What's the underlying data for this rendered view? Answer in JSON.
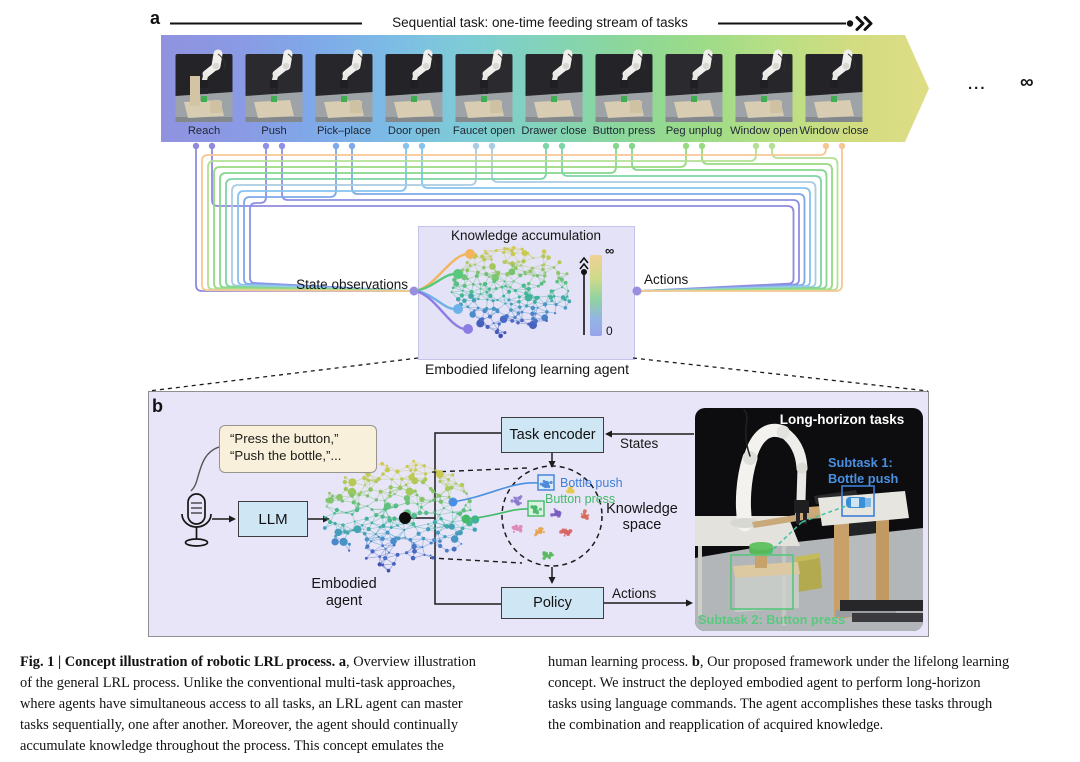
{
  "panel_a": {
    "label": "a",
    "stream_title": "Sequential task: one-time feeding stream of tasks",
    "ellipsis": "...",
    "infinity": "∞",
    "tasks": [
      {
        "label": "Reach",
        "color": "#9089dd"
      },
      {
        "label": "Push",
        "color": "#8d90e4"
      },
      {
        "label": "Pick–place",
        "color": "#7fa8ea"
      },
      {
        "label": "Door open",
        "color": "#86c2ef"
      },
      {
        "label": "Faucet open",
        "color": "#a9cbe3"
      },
      {
        "label": "Drawer close",
        "color": "#7fd3a8"
      },
      {
        "label": "Button press",
        "color": "#84d78d"
      },
      {
        "label": "Peg unplug",
        "color": "#97da7f"
      },
      {
        "label": "Window open",
        "color": "#b2e193"
      },
      {
        "label": "Window close",
        "color": "#f6c795"
      }
    ],
    "agent_box": {
      "title": "Knowledge accumulation",
      "input_label": "State observations",
      "output_label": "Actions",
      "colorbar_max": "∞",
      "colorbar_min": "0",
      "caption": "Embodied lifelong learning agent"
    }
  },
  "panel_b": {
    "label": "b",
    "speech_line1": "“Press the button,”",
    "speech_line2": "“Push the bottle,”...",
    "llm": "LLM",
    "task_encoder": "Task encoder",
    "policy": "Policy",
    "states": "States",
    "actions": "Actions",
    "embodied_agent_line1": "Embodied",
    "embodied_agent_line2": "agent",
    "knowledge_space_line1": "Knowledge",
    "knowledge_space_line2": "space",
    "cluster_labels": {
      "bottle_push": "Bottle push",
      "button_press": "Button press"
    },
    "cluster_label_colors": {
      "bottle_push": "#3e7fd6",
      "button_press": "#43bb69"
    },
    "cluster_colors": [
      "#e4c84c",
      "#8a79cc",
      "#7a5cc0",
      "#d86a5a",
      "#e08ab8",
      "#e8a24c",
      "#d86464",
      "#55b85c"
    ],
    "photo": {
      "title": "Long-horizon tasks",
      "subtask1_line1": "Subtask 1:",
      "subtask1_line2": "Bottle push",
      "subtask2": "Subtask 2: Button press",
      "subtask1_color": "#3e7fd6",
      "subtask2_color": "#59c97e"
    }
  },
  "caption": {
    "left_l1_bold": "Fig. 1 | Concept illustration of robotic LRL process. a",
    "left_l1_rest": ", Overview illustration",
    "left_l2": "of the general LRL process. Unlike the conventional multi-task approaches,",
    "left_l3": "where agents have simultaneous access to all tasks, an LRL agent can master",
    "left_l4": "tasks sequentially, one after another. Moreover, the agent should continually",
    "left_l5": "accumulate knowledge throughout the process. This concept emulates the",
    "right_l1_pre": "human learning process. ",
    "right_l1_bold": "b",
    "right_l1_rest": ", Our proposed framework under the lifelong learning",
    "right_l2": "concept. We instruct the deployed embodied agent to perform long-horizon",
    "right_l3": "tasks using language commands. The agent accomplishes these tasks through",
    "right_l4": "the combination and reapplication of acquired knowledge."
  }
}
